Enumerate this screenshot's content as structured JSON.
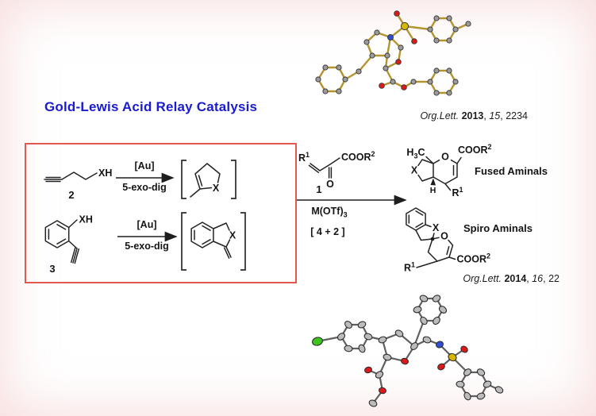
{
  "title": {
    "text": "Gold-Lewis Acid Relay Catalysis",
    "color": "#1b1bd0"
  },
  "citations": {
    "c2013": {
      "journal": "Org.Lett.",
      "year": "2013",
      "comma1": ", ",
      "volume": "15",
      "comma2": ", ",
      "pages": "2234"
    },
    "c2014": {
      "journal": "Org.Lett.",
      "year": "2014",
      "comma1": ", ",
      "volume": "16",
      "comma2": ", ",
      "pages": "22"
    }
  },
  "scheme": {
    "box_color": "#e2574e",
    "reaction1": {
      "substrate_group": "XH",
      "number": "2",
      "arrow_top": "[Au]",
      "arrow_bottom": "5-exo-dig",
      "heteroatom": "X"
    },
    "reaction2": {
      "substrate_group": "XH",
      "number": "3",
      "arrow_top": "[Au]",
      "arrow_bottom": "5-exo-dig",
      "heteroatom": "X"
    },
    "ketoester": {
      "r_base": "R",
      "r_sup": "1",
      "carbonyl_o": "O",
      "ester_base": "COOR",
      "ester_sup": "2",
      "number": "1"
    },
    "conditions": {
      "catalyst_base": "M(OTf)",
      "catalyst_sub": "3",
      "mode": "[ 4 + 2 ]"
    },
    "fused_product": {
      "methyl_h": "H",
      "methyl_sub": "3",
      "methyl_c": "C",
      "ring_o": "O",
      "heteroatom": "X",
      "ester_base": "COOR",
      "ester_sup": "2",
      "r_base": "R",
      "r_sup": "1",
      "fusion_h": "H",
      "caption": "Fused Aminals"
    },
    "spiro_product": {
      "heteroatom": "X",
      "ring_o": "O",
      "ester_base": "COOR",
      "ester_sup": "2",
      "r_base": "R",
      "r_sup": "1",
      "caption": "Spiro Aminals"
    }
  },
  "structures": {
    "atom_colors": {
      "carbon": "#9c9c9c",
      "oxygen": "#e01818",
      "nitrogen": "#2f4fd8",
      "sulfur": "#d6b600",
      "chlorine": "#3ec41e",
      "bond_top": "#b3942e",
      "bond_bottom": "#606060"
    }
  }
}
